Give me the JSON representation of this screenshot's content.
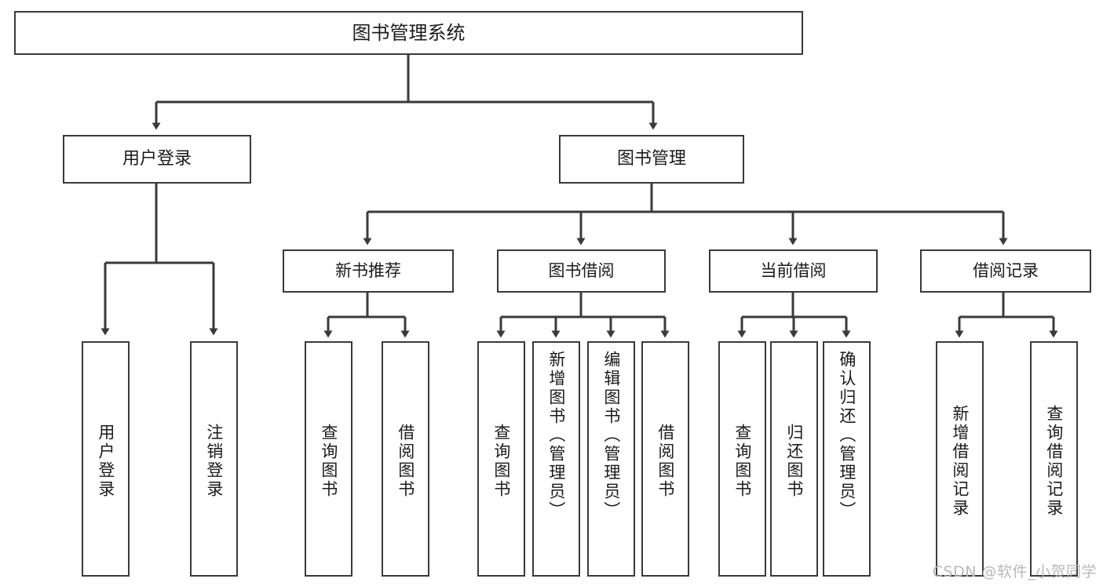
{
  "diagram": {
    "title": "图书管理系统",
    "type": "tree",
    "orientation": "top-down",
    "colors": {
      "node_border": "#3a3a3a",
      "node_fill": "#ffffff",
      "edge": "#3a3a3a",
      "text": "#1b1b1b",
      "watermark": "#b9b9b9",
      "canvas": "#ffffff"
    },
    "nodes": {
      "root": {
        "label": "图书管理系统",
        "level": 0
      },
      "level1": [
        {
          "id": "user-login",
          "label": "用户登录"
        },
        {
          "id": "book-management",
          "label": "图书管理"
        }
      ],
      "level2": [
        {
          "id": "new-book-recommend",
          "label": "新书推荐"
        },
        {
          "id": "book-borrow",
          "label": "图书借阅"
        },
        {
          "id": "current-borrow",
          "label": "当前借阅"
        },
        {
          "id": "borrow-record",
          "label": "借阅记录"
        }
      ],
      "leaves": {
        "user-login": [
          {
            "id": "leaf-user-login",
            "label": "用户登录"
          },
          {
            "id": "leaf-logout-login",
            "label": "注销登录"
          }
        ],
        "new-book-recommend": [
          {
            "id": "leaf-query-book-1",
            "label": "查询图书"
          },
          {
            "id": "leaf-borrow-book-1",
            "label": "借阅图书"
          }
        ],
        "book-borrow": [
          {
            "id": "leaf-query-book-2",
            "label": "查询图书"
          },
          {
            "id": "leaf-add-book-admin",
            "label": "新增图书（管理员）"
          },
          {
            "id": "leaf-edit-book-admin",
            "label": "编辑图书（管理员）"
          },
          {
            "id": "leaf-borrow-book-2",
            "label": "借阅图书"
          }
        ],
        "current-borrow": [
          {
            "id": "leaf-query-book-3",
            "label": "查询图书"
          },
          {
            "id": "leaf-return-book",
            "label": "归还图书"
          },
          {
            "id": "leaf-confirm-return-admin",
            "label": "确认归还（管理员）"
          }
        ],
        "borrow-record": [
          {
            "id": "leaf-add-borrow-record",
            "label": "新增借阅记录"
          },
          {
            "id": "leaf-query-borrow-record",
            "label": "查询借阅记录"
          }
        ]
      }
    },
    "watermark": "CSDN @软件_小贺同学"
  }
}
